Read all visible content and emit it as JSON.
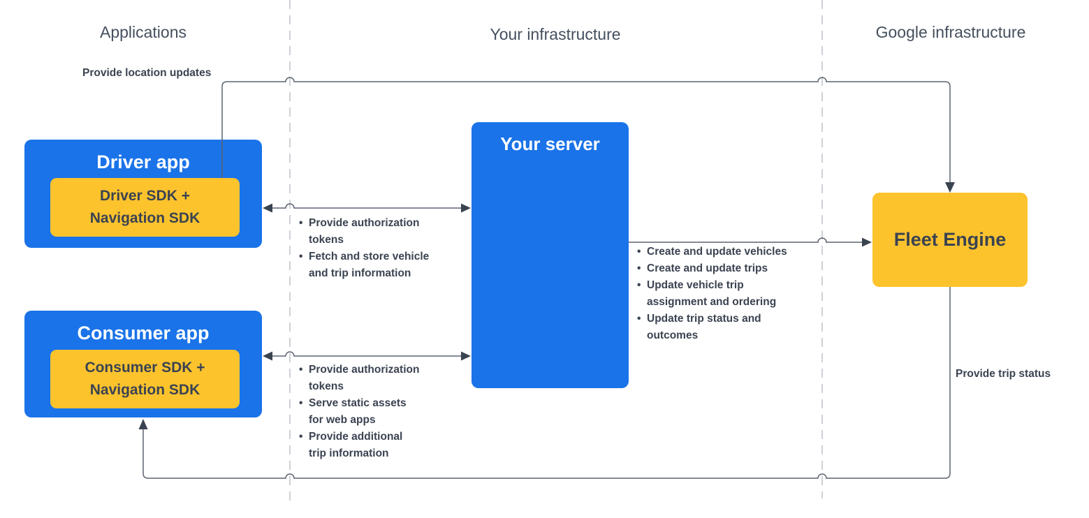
{
  "columns": [
    {
      "label": "Applications"
    },
    {
      "label": "Your infrastructure"
    },
    {
      "label": "Google infrastructure"
    }
  ],
  "nodes": {
    "driver_app": {
      "title": "Driver app",
      "sdk": "Driver SDK +\nNavigation SDK"
    },
    "consumer_app": {
      "title": "Consumer app",
      "sdk": "Consumer SDK +\nNavigation SDK"
    },
    "your_server": {
      "title": "Your server"
    },
    "fleet_engine": {
      "title": "Fleet Engine"
    }
  },
  "edges": {
    "driver_to_fleet_engine": {
      "label": "Provide location updates"
    },
    "driver_app_and_server": {
      "items": [
        "Provide authorization\ntokens",
        "Fetch and store vehicle\nand trip information"
      ]
    },
    "consumer_app_and_server": {
      "items": [
        "Provide authorization\ntokens",
        "Serve static assets\nfor web apps",
        "Provide additional\ntrip information"
      ]
    },
    "server_to_fleet_engine": {
      "items": [
        "Create and update vehicles",
        "Create and update trips",
        "Update vehicle trip\nassignment and ordering",
        "Update trip status and\noutcomes"
      ]
    },
    "fleet_engine_to_consumer": {
      "label": "Provide trip status"
    }
  },
  "colors": {
    "blue": "#1a73e8",
    "yellow": "#fcc32d",
    "line": "#5b6270",
    "arrow": "#3a4350",
    "text_dark": "#3b4351",
    "header": "#454f5e",
    "dash": "#c8ccd1"
  }
}
